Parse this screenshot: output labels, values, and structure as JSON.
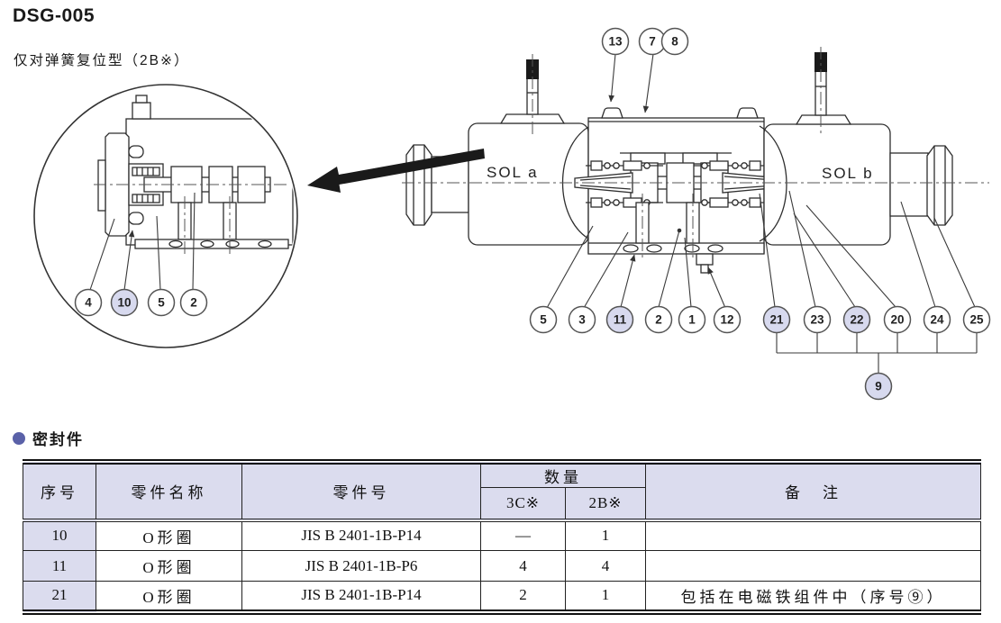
{
  "page": {
    "title": "DSG-005",
    "subtitle": "仅对弹簧复位型（2B※）"
  },
  "colors": {
    "accent_bullet": "#5a61a8",
    "callout_shaded": "#d7d9ee",
    "table_header_bg": "#dbdcee"
  },
  "diagram": {
    "sol_a_label": "SOL a",
    "sol_b_label": "SOL b",
    "callouts": [
      {
        "label": "13",
        "shaded": false
      },
      {
        "label": "7",
        "shaded": false
      },
      {
        "label": "8",
        "shaded": false
      },
      {
        "label": "4",
        "shaded": false
      },
      {
        "label": "10",
        "shaded": true
      },
      {
        "label": "5",
        "shaded": false
      },
      {
        "label": "2",
        "shaded": false
      },
      {
        "label": "5",
        "shaded": false
      },
      {
        "label": "3",
        "shaded": false
      },
      {
        "label": "11",
        "shaded": true
      },
      {
        "label": "2",
        "shaded": false
      },
      {
        "label": "1",
        "shaded": false
      },
      {
        "label": "12",
        "shaded": false
      },
      {
        "label": "21",
        "shaded": true
      },
      {
        "label": "23",
        "shaded": false
      },
      {
        "label": "22",
        "shaded": true
      },
      {
        "label": "20",
        "shaded": false
      },
      {
        "label": "24",
        "shaded": false
      },
      {
        "label": "25",
        "shaded": false
      },
      {
        "label": "9",
        "shaded": true
      }
    ]
  },
  "seal_section": {
    "title": "密封件"
  },
  "table": {
    "col_no": "序号",
    "col_name": "零件名称",
    "col_part_no": "零件号",
    "col_qty": "数量",
    "col_qty_3c": "3C※",
    "col_qty_2b": "2B※",
    "col_remark": "备　注",
    "rows": [
      {
        "no": "10",
        "name": "O形圈",
        "part_no": "JIS B 2401-1B-P14",
        "qty_3c": "—",
        "qty_2b": "1",
        "remark": ""
      },
      {
        "no": "11",
        "name": "O形圈",
        "part_no": "JIS B 2401-1B-P6",
        "qty_3c": "4",
        "qty_2b": "4",
        "remark": ""
      },
      {
        "no": "21",
        "name": "O形圈",
        "part_no": "JIS B 2401-1B-P14",
        "qty_3c": "2",
        "qty_2b": "1",
        "remark": "包括在电磁铁组件中（序号⑨）"
      }
    ]
  }
}
